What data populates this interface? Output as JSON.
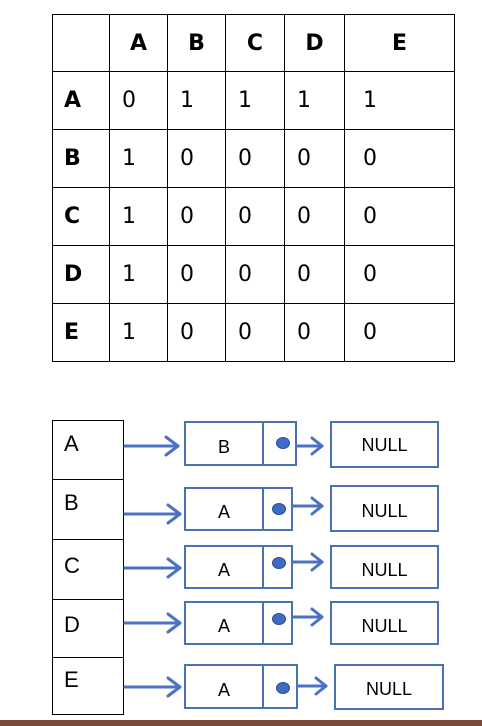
{
  "matrix": {
    "columns": [
      "A",
      "B",
      "C",
      "D",
      "E"
    ],
    "rows": [
      {
        "label": "A",
        "values": [
          "0",
          "1",
          "1",
          "1",
          "1"
        ]
      },
      {
        "label": "B",
        "values": [
          "1",
          "0",
          "0",
          "0",
          "0"
        ]
      },
      {
        "label": "C",
        "values": [
          "1",
          "0",
          "0",
          "0",
          "0"
        ]
      },
      {
        "label": "D",
        "values": [
          "1",
          "0",
          "0",
          "0",
          "0"
        ]
      },
      {
        "label": "E",
        "values": [
          "1",
          "0",
          "0",
          "0",
          "0"
        ]
      }
    ]
  },
  "adjacency_list": {
    "vertices": [
      "A",
      "B",
      "C",
      "D",
      "E"
    ],
    "nodes": [
      {
        "vertex": "A",
        "value": "B",
        "next": "NULL"
      },
      {
        "vertex": "B",
        "value": "A",
        "next": "NULL"
      },
      {
        "vertex": "C",
        "value": "A",
        "next": "NULL"
      },
      {
        "vertex": "D",
        "value": "A",
        "next": "NULL"
      },
      {
        "vertex": "E",
        "value": "A",
        "next": "NULL"
      }
    ]
  },
  "colors": {
    "node_border": "#4a72b0",
    "arrow": "#4a72c4",
    "pointer_dot": "#3f6bc4",
    "bottom_rule": "#7a4a3a"
  }
}
